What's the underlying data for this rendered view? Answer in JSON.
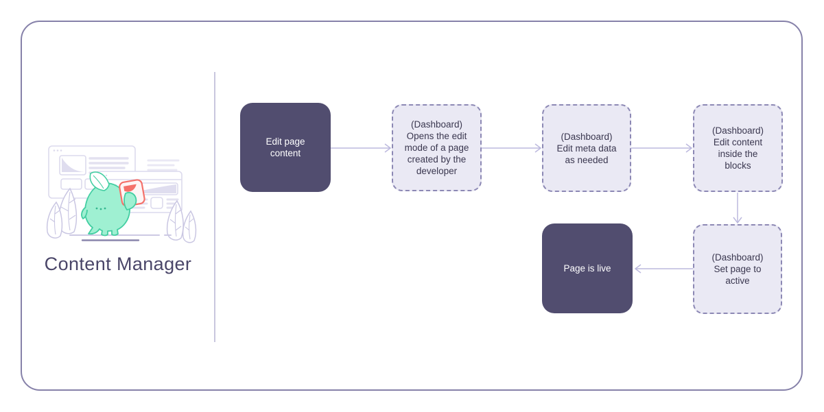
{
  "card": {
    "title": "Content Manager",
    "border_color": "#8681A9",
    "divider_color": "#C8C6DE",
    "title_color": "#4A4669"
  },
  "illustration": {
    "description": "mascot character holding a card in front of two outlined browser windows with plants",
    "colors": {
      "window_outline": "#DCDAED",
      "window_fill_lines": "#E3E1F0",
      "plant_outline": "#C9C6E2",
      "mascot_fill": "#9FF0D2",
      "mascot_outline": "#43CEA2",
      "held_card_accent": "#F4716A",
      "ground_light": "#CCC9E3",
      "ground_dark": "#8A86AC"
    }
  },
  "flow": {
    "nodes": [
      {
        "id": "edit-page-content",
        "label": "Edit page content",
        "style": "solid"
      },
      {
        "id": "opens-edit-mode",
        "label": "(Dashboard)\nOpens the edit mode of a page created by the developer",
        "style": "dashed"
      },
      {
        "id": "edit-meta-data",
        "label": "(Dashboard)\nEdit meta data as needed",
        "style": "dashed"
      },
      {
        "id": "edit-content-blocks",
        "label": "(Dashboard)\nEdit content inside the blocks",
        "style": "dashed"
      },
      {
        "id": "set-page-active",
        "label": "(Dashboard)\nSet page to active",
        "style": "dashed"
      },
      {
        "id": "page-is-live",
        "label": "Page is live",
        "style": "solid"
      }
    ],
    "edges": [
      {
        "from": "edit-page-content",
        "to": "opens-edit-mode",
        "direction": "right"
      },
      {
        "from": "opens-edit-mode",
        "to": "edit-meta-data",
        "direction": "right"
      },
      {
        "from": "edit-meta-data",
        "to": "edit-content-blocks",
        "direction": "right"
      },
      {
        "from": "edit-content-blocks",
        "to": "set-page-active",
        "direction": "down"
      },
      {
        "from": "set-page-active",
        "to": "page-is-live",
        "direction": "left"
      }
    ],
    "colors": {
      "solid_bg": "#514D6F",
      "solid_text": "#FFFFFF",
      "dashed_bg": "#EAE9F4",
      "dashed_border": "#8C88B4",
      "dashed_text": "#3A374F",
      "arrow": "#BCB9DE"
    }
  }
}
